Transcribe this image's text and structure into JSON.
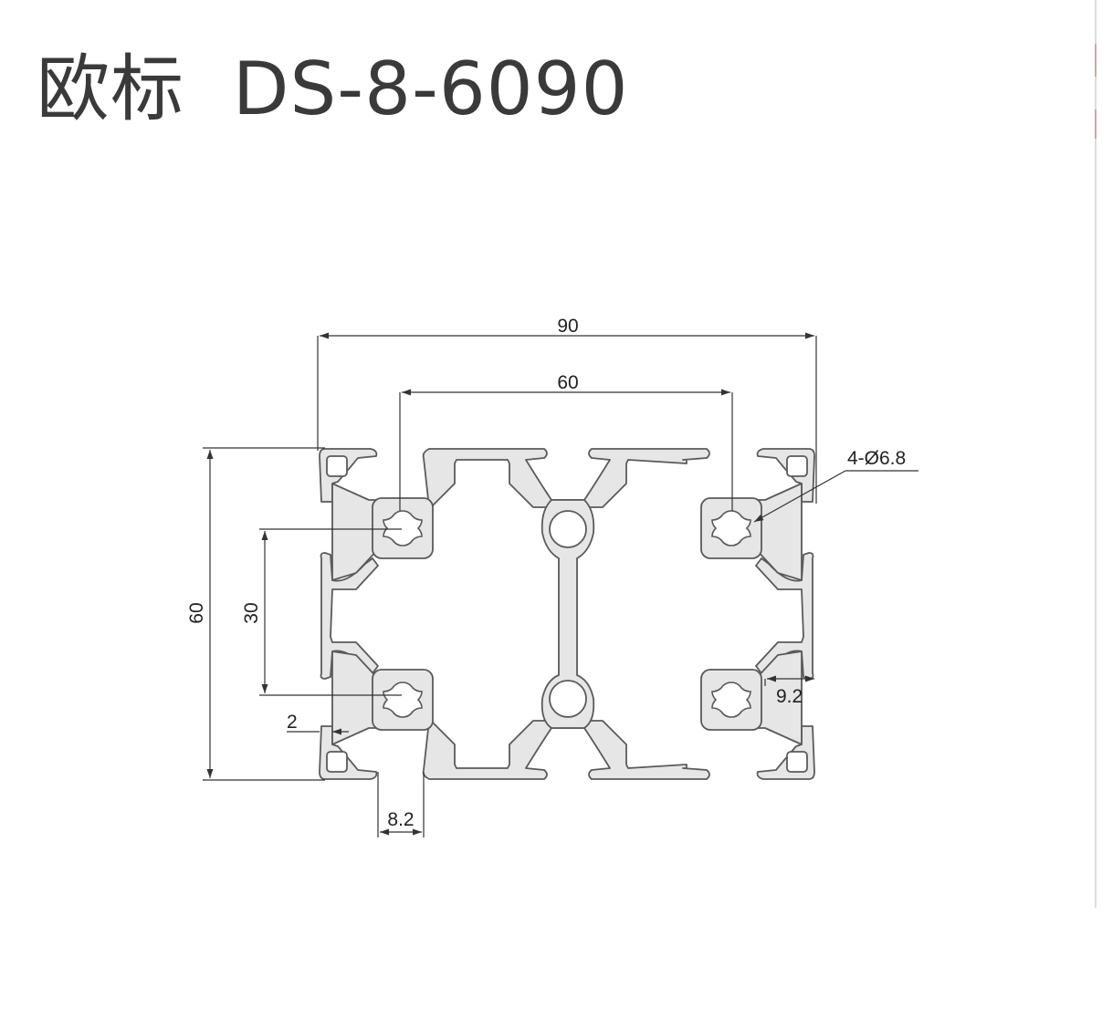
{
  "title": "欧标  DS-8-6090",
  "dimensions": {
    "overall_width": "90",
    "slot_spacing": "60",
    "overall_height": "60",
    "vertical_slot_spacing": "30",
    "core_holes": "4-Ø6.8",
    "slot_depth": "9.2",
    "wall_thickness": "2",
    "slot_width": "8.2"
  },
  "colors": {
    "profile_fill": "#e6e6e6",
    "profile_stroke": "#5a5a5a",
    "dimension_line": "#333333",
    "title_text": "#3a3a3a"
  }
}
